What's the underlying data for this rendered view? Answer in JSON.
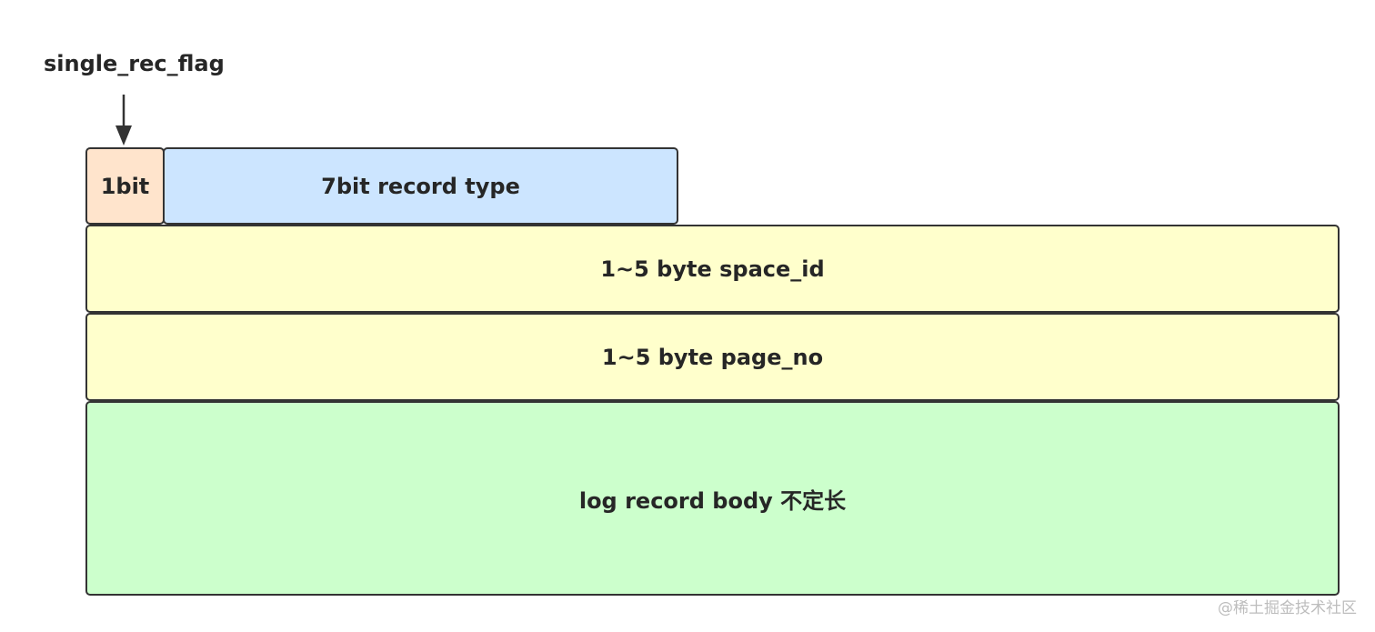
{
  "diagram": {
    "flag_caption": "single_rec_flag",
    "fields": {
      "flag": "1bit",
      "type": "7bit record type",
      "space_id": "1~5 byte space_id",
      "page_no": "1~5 byte page_no",
      "body": "log record body 不定长"
    }
  },
  "watermark": "@稀土掘金技术社区",
  "colors": {
    "flag_fill": "#ffe4cc",
    "type_fill": "#cce5ff",
    "id_fill": "#ffffcc",
    "body_fill": "#ccffcc",
    "stroke": "#333333"
  }
}
